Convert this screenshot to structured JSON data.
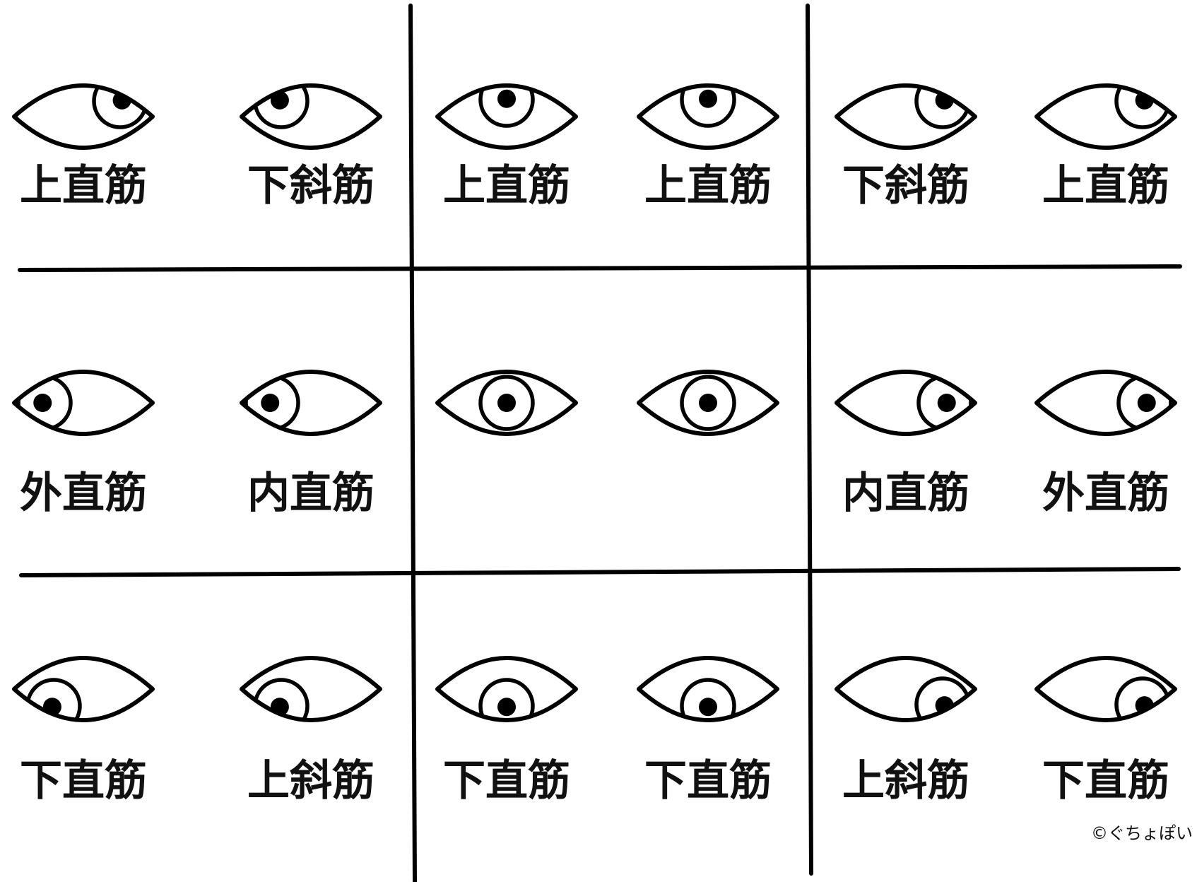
{
  "title": "",
  "cells": [
    {
      "row": 0,
      "col": 0,
      "left": {
        "label": "上直筋",
        "gaze": "up-right"
      },
      "right": {
        "label": "下斜筋",
        "gaze": "up-left"
      }
    },
    {
      "row": 0,
      "col": 1,
      "left": {
        "label": "上直筋",
        "gaze": "up"
      },
      "right": {
        "label": "上直筋",
        "gaze": "up"
      }
    },
    {
      "row": 0,
      "col": 2,
      "left": {
        "label": "下斜筋",
        "gaze": "up-right"
      },
      "right": {
        "label": "上直筋",
        "gaze": "up-right"
      }
    },
    {
      "row": 1,
      "col": 0,
      "left": {
        "label": "外直筋",
        "gaze": "left"
      },
      "right": {
        "label": "内直筋",
        "gaze": "left"
      }
    },
    {
      "row": 1,
      "col": 1,
      "left": {
        "label": "",
        "gaze": "center"
      },
      "right": {
        "label": "",
        "gaze": "center"
      }
    },
    {
      "row": 1,
      "col": 2,
      "left": {
        "label": "内直筋",
        "gaze": "right"
      },
      "right": {
        "label": "外直筋",
        "gaze": "right"
      }
    },
    {
      "row": 2,
      "col": 0,
      "left": {
        "label": "下直筋",
        "gaze": "down-left"
      },
      "right": {
        "label": "上斜筋",
        "gaze": "down-left"
      }
    },
    {
      "row": 2,
      "col": 1,
      "left": {
        "label": "下直筋",
        "gaze": "down"
      },
      "right": {
        "label": "下直筋",
        "gaze": "down"
      }
    },
    {
      "row": 2,
      "col": 2,
      "left": {
        "label": "上斜筋",
        "gaze": "down-right"
      },
      "right": {
        "label": "下直筋",
        "gaze": "down-right"
      }
    }
  ],
  "credit": "©ぐちょぽい"
}
